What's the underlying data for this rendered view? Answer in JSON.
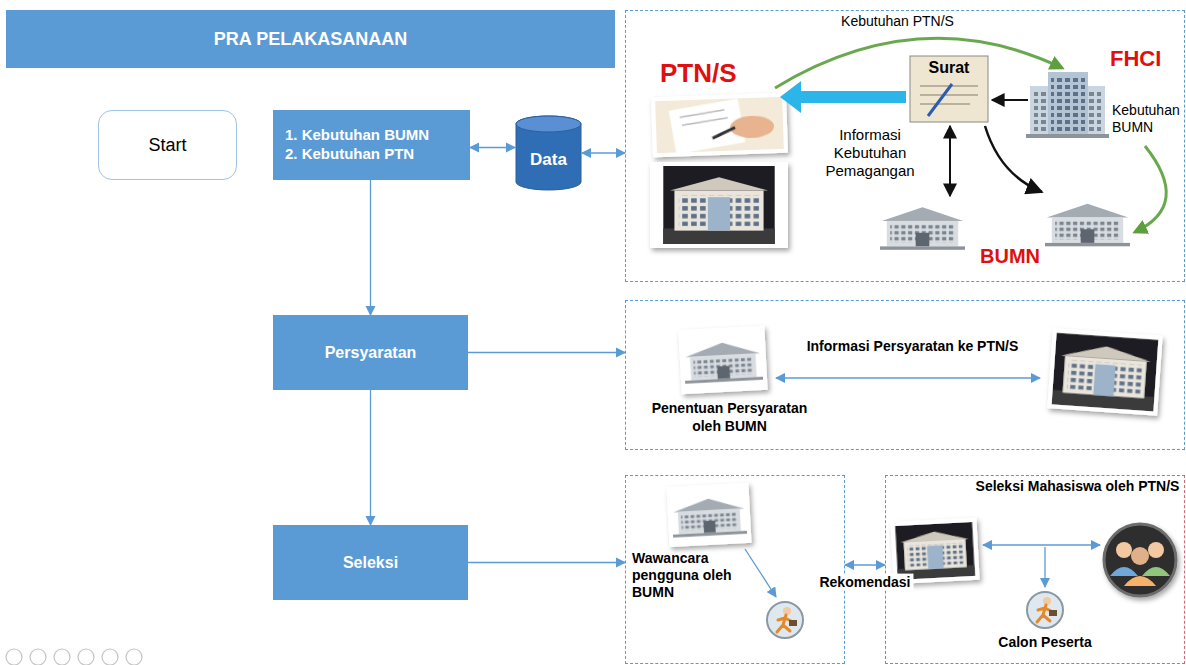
{
  "diagram": {
    "title": "PRA PELAKASANAAN",
    "nodes": [
      {
        "text": [
          "Start"
        ]
      },
      {
        "text": [
          "1. Kebutuhan BUMN",
          "2. Kebutuhan PTN"
        ]
      },
      {
        "text": [
          "Data"
        ]
      },
      {
        "text": [
          "Kebutuhan PTN/S",
          "PTN/S",
          "Surat",
          "FHCI",
          "Informasi Kebutuhan Pemagangan",
          "Kebutuhan BUMN",
          "BUMN"
        ]
      },
      {
        "text": [
          "Persyaratan"
        ]
      },
      {
        "text": [
          "Informasi Persyaratan ke PTN/S",
          "Penentuan Persyaratan oleh BUMN"
        ]
      },
      {
        "text": [
          "Seleksi"
        ]
      },
      {
        "text": [
          "Wawancara pengguna oleh BUMN"
        ]
      },
      {
        "text": [
          "Seleksi Mahasiswa oleh PTN/S",
          "Calon Peserta"
        ]
      }
    ],
    "edges": [
      {
        "from": 1,
        "to": 2,
        "arrow": "both"
      },
      {
        "from": 2,
        "to": 3,
        "arrow": "both"
      },
      {
        "from": 1,
        "to": 4,
        "arrow": "to"
      },
      {
        "from": 4,
        "to": 5,
        "arrow": "to"
      },
      {
        "from": 4,
        "to": 6,
        "arrow": "to"
      },
      {
        "from": 6,
        "to": 7,
        "arrow": "to"
      },
      {
        "from": 7,
        "to": 8,
        "label": "Rekomendasi",
        "arrow": "both"
      }
    ]
  }
}
